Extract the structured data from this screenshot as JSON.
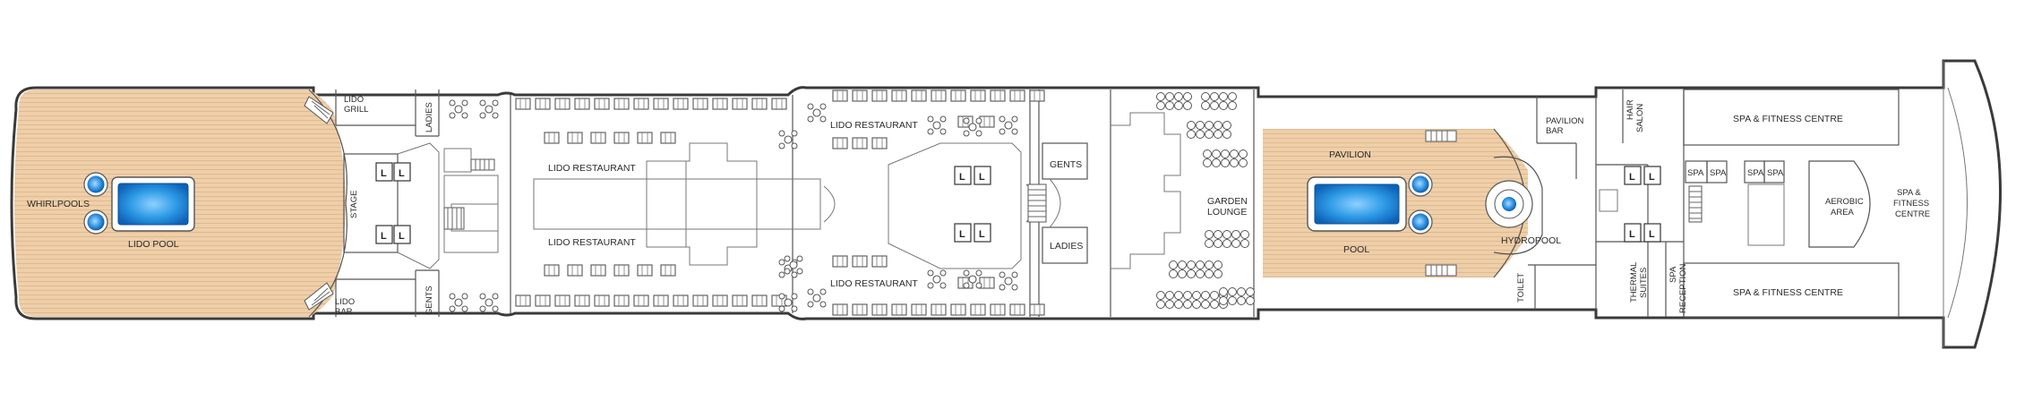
{
  "deck": {
    "colors": {
      "deck_wood": "#eecfa9",
      "wood_line": "#dcb489",
      "pool_water": "#1a86d6",
      "pool_rim": "#5a5a5a",
      "wall": "#3a3a3a"
    },
    "labels": {
      "whirlpools": "WHIRLPOOLS",
      "lido_pool": "LIDO POOL",
      "lido_grill_1": "LIDO",
      "lido_grill_2": "GRILL",
      "ladies_top": "LADIES",
      "stage": "STAGE",
      "lido_bar_1": "LIDO",
      "lido_bar_2": "BAR",
      "gents_bottom": "GENTS",
      "lido_restaurant_1": "LIDO RESTAURANT",
      "lido_restaurant_2": "LIDO RESTAURANT",
      "lido_restaurant_3": "LIDO RESTAURANT",
      "lido_restaurant_4": "LIDO RESTAURANT",
      "gents_mid": "GENTS",
      "ladies_mid": "LADIES",
      "garden_lounge_1": "GARDEN",
      "garden_lounge_2": "LOUNGE",
      "pavilion": "PAVILION",
      "pool": "POOL",
      "hydropool": "HYDROPOOL",
      "pavilion_bar_1": "PAVILION",
      "pavilion_bar_2": "BAR",
      "toilet": "TOILET",
      "hair_salon_1": "HAIR",
      "hair_salon_2": "SALON",
      "thermal_suites_1": "THERMAL",
      "thermal_suites_2": "SUITES",
      "spa_reception_1": "SPA",
      "spa_reception_2": "RECEPTION",
      "spa_1": "SPA",
      "spa_2": "SPA",
      "spa_3": "SPA",
      "spa_4": "SPA",
      "spa_fitness_top": "SPA & FITNESS CENTRE",
      "spa_fitness_bottom": "SPA & FITNESS CENTRE",
      "spa_fitness_bow_1": "SPA &",
      "spa_fitness_bow_2": "FITNESS",
      "spa_fitness_bow_3": "CENTRE",
      "aerobic_1": "AEROBIC",
      "aerobic_2": "AREA",
      "lift": "L"
    }
  }
}
